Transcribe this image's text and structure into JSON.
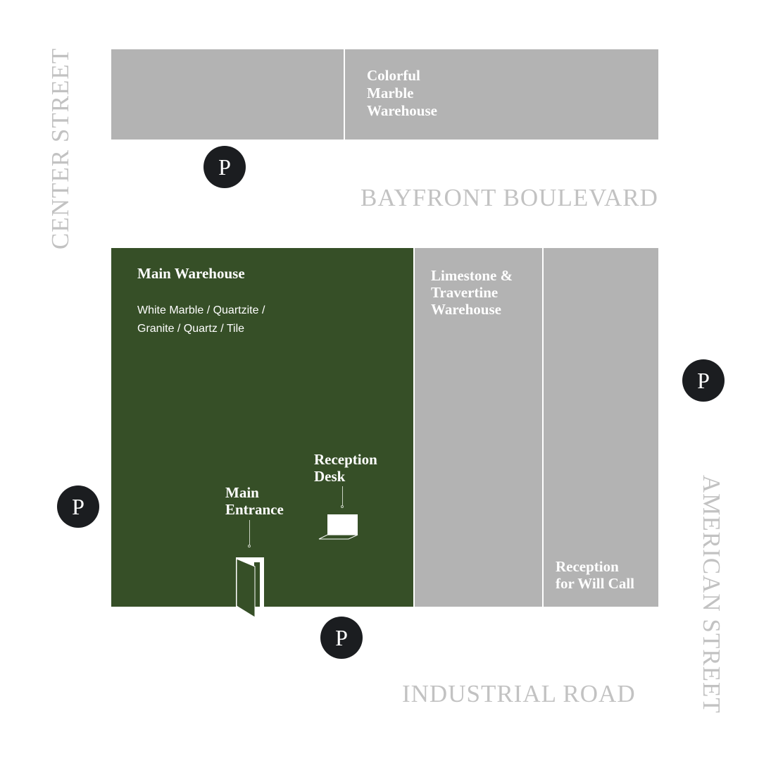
{
  "buildings": {
    "colorful_marble": {
      "label": "Colorful\nMarble\nWarehouse"
    },
    "main_warehouse": {
      "label": "Main Warehouse",
      "materials": "White Marble / Quartzite /\nGranite / Quartz / Tile"
    },
    "limestone_travertine": {
      "label": "Limestone &\nTravertine\nWarehouse"
    },
    "will_call": {
      "label": "Reception\nfor Will Call"
    }
  },
  "points_of_interest": {
    "reception_desk": "Reception\nDesk",
    "main_entrance": "Main\nEntrance"
  },
  "streets": {
    "center": "CENTER STREET",
    "bayfront": "BAYFRONT BOULEVARD",
    "american": "AMERICAN STREET",
    "industrial": "INDUSTRIAL ROAD"
  },
  "parking": {
    "label": "P",
    "count": 4
  },
  "colors": {
    "main_warehouse": "#364f27",
    "other_warehouses": "#b3b3b3",
    "street_text": "#c2c2c2",
    "parking_marker": "#1b1d20"
  }
}
